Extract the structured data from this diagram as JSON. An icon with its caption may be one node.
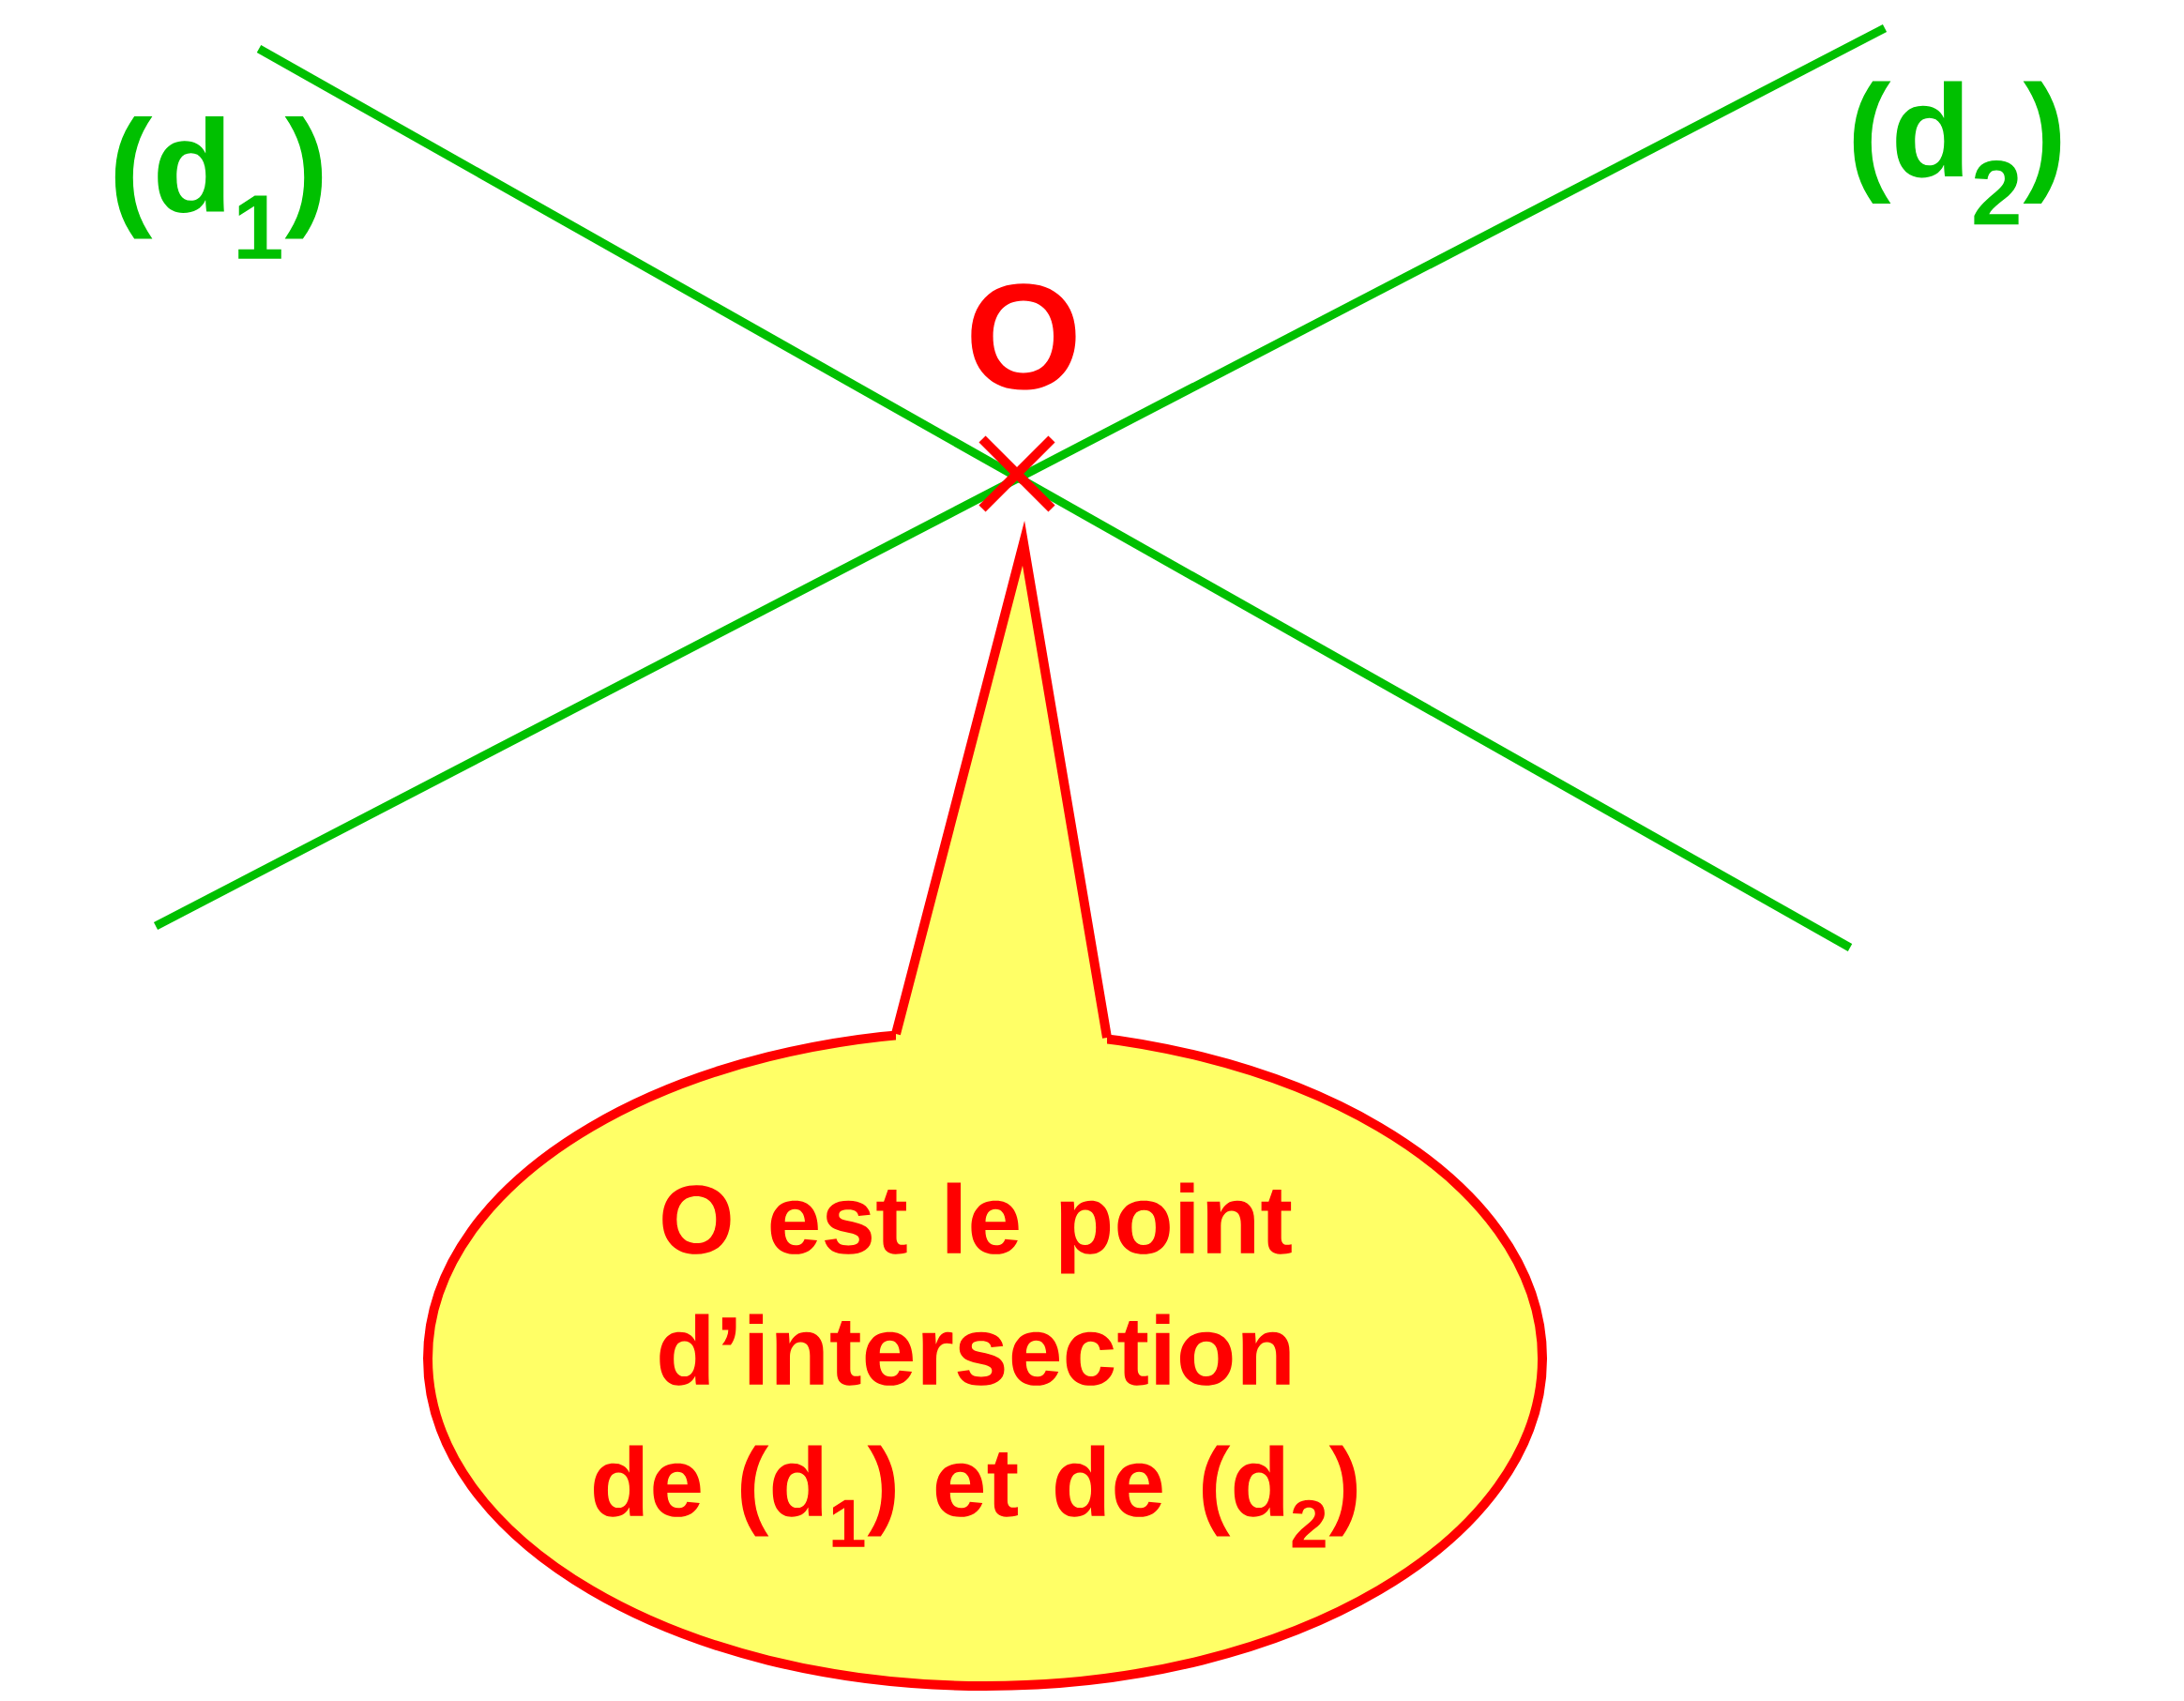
{
  "diagram": {
    "nodes": [
      {
        "text": [
          "O est le point d’intersection de (d$_{1}$) et de (d$_{2}$)"
        ]
      }
    ],
    "labels": [
      "(d$_{1}$)",
      "(d$_{2}$)",
      "O"
    ]
  }
}
